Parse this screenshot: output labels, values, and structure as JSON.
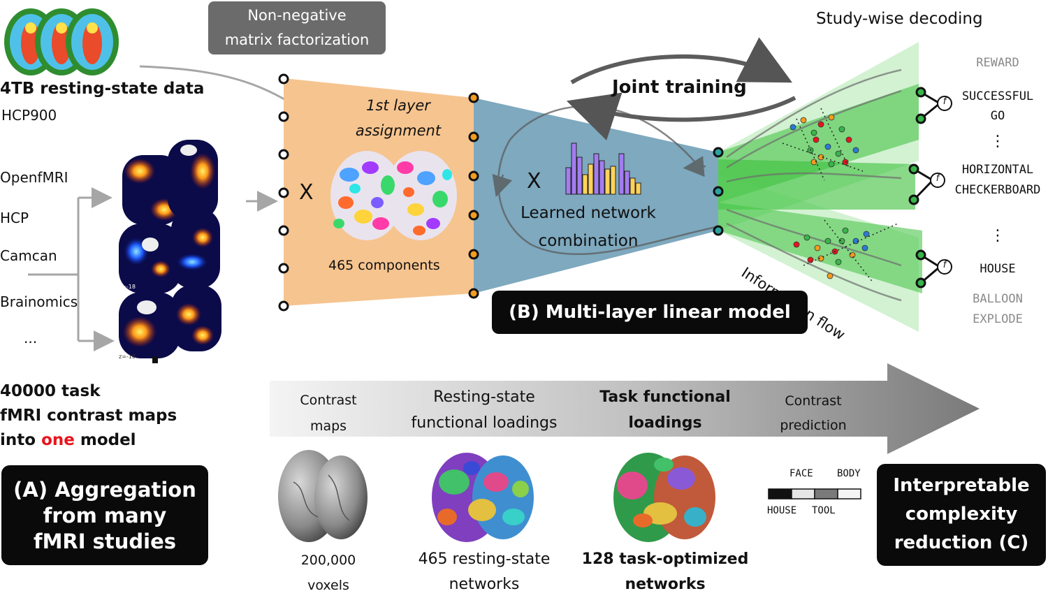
{
  "left": {
    "resting_title": "4TB resting-state data",
    "resting_sub": "HCP900",
    "datasets": [
      "OpenfMRI",
      "HCP",
      "Camcan",
      "Brainomics",
      "..."
    ],
    "task_line1": "40000 task",
    "task_line2": "fMRI contrast maps",
    "task_line3_pre": "into ",
    "task_line3_red": "one",
    "task_line3_post": " model",
    "box_a_line1": "(A) Aggregation",
    "box_a_line2": "from many",
    "box_a_line3": "fMRI studies",
    "slice_labels": [
      "z=-18",
      "z=-10"
    ]
  },
  "model": {
    "nmf_line1": "Non-negative",
    "nmf_line2": "matrix factorization",
    "layer1_line1": "1st layer",
    "layer1_line2": "assignment",
    "components": "465 components",
    "times1": "X",
    "times2": "X",
    "learned_line1": "Learned network",
    "learned_line2": "combination",
    "joint": "Joint training",
    "info_flow": "Information flow",
    "box_b": "(B) Multi-layer linear model"
  },
  "decoding": {
    "title": "Study-wise decoding",
    "reward": "REWARD",
    "successful": "SUCCESSFUL",
    "go": "GO",
    "dots1": "⋮",
    "horizontal": "HORIZONTAL",
    "checkerboard": "CHECKERBOARD",
    "dots2": "⋮",
    "house": "HOUSE",
    "balloon": "BALLOON",
    "explode": "EXPLODE",
    "func_symbol": "f"
  },
  "pipeline": {
    "stage1_line1": "Contrast",
    "stage1_line2": "maps",
    "stage2_line1": "Resting-state",
    "stage2_line2": "functional loadings",
    "stage3_line1": "Task functional",
    "stage3_line2": "loadings",
    "stage4_line1": "Contrast",
    "stage4_line2": "prediction",
    "brain1_line1": "200,000",
    "brain1_line2": "voxels",
    "brain2_line1": "465 resting-state",
    "brain2_line2": "networks",
    "brain3_line1": "128 task-optimized",
    "brain3_line2": "networks",
    "legend_face": "FACE",
    "legend_body": "BODY",
    "legend_house": "HOUSE",
    "legend_tool": "TOOL",
    "box_c_line1": "Interpretable",
    "box_c_line2": "complexity",
    "box_c_line3": "reduction (C)"
  },
  "colors": {
    "orange": "#f6c48f",
    "blue": "#7ea9bf",
    "green": "#3bbf3b",
    "accent_red": "#e8141c",
    "node_orange": "#f39c1e",
    "node_teal": "#2aa3a0",
    "node_green": "#39b54a"
  }
}
